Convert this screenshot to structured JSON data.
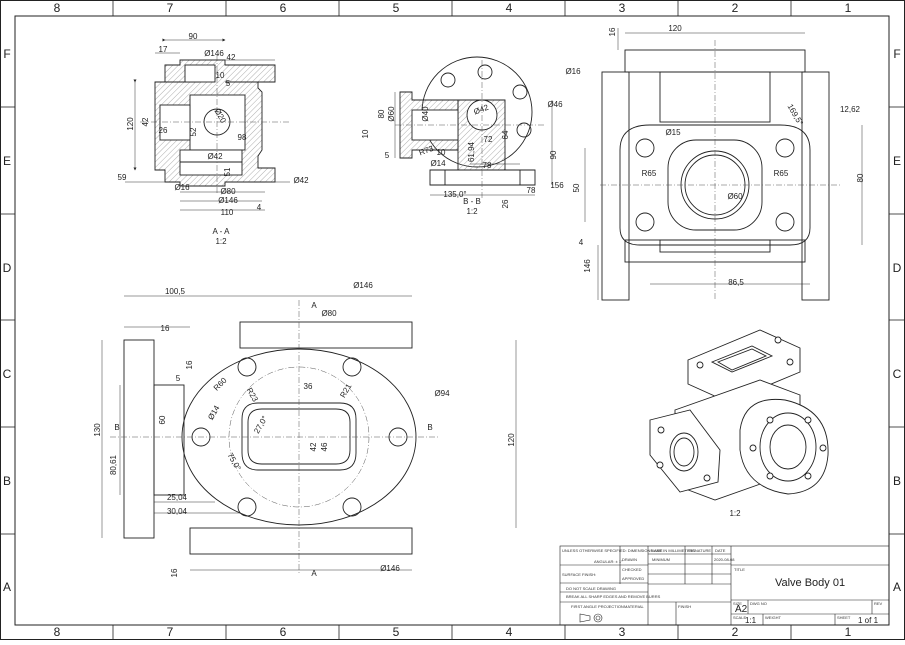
{
  "sheet": {
    "zone_columns": [
      "8",
      "7",
      "6",
      "5",
      "4",
      "3",
      "2",
      "1"
    ],
    "zone_rows": [
      "F",
      "E",
      "D",
      "C",
      "B",
      "A"
    ]
  },
  "view_aa": {
    "title": "A - A",
    "scale": "1:2",
    "dims": {
      "d90": "90",
      "d17": "17",
      "d146_top": "Ø146",
      "d42_top": "42",
      "d10": "10",
      "d5": "5",
      "d120": "120",
      "d42_left": "42",
      "d26": "26",
      "d52": "52",
      "d20": "Ø20",
      "d98": "98",
      "d42_mid": "Ø42",
      "d51": "51",
      "d59": "59",
      "d16": "Ø16",
      "d80": "Ø80",
      "d146_bot": "Ø146",
      "d110": "110",
      "d4": "4",
      "d42_right": "Ø42"
    }
  },
  "view_bb": {
    "title": "B - B",
    "scale": "1:2",
    "dims": {
      "d16": "Ø16",
      "d46": "Ø46",
      "d80": "80",
      "d60": "Ø60",
      "d40": "Ø40",
      "d10": "10",
      "d5": "5",
      "d42": "Ø42",
      "d64": "64",
      "d72": "72",
      "r73": "R73",
      "d10b": "10",
      "d6194": "61,94",
      "d14": "Ø14",
      "d78a": "78",
      "d78b": "78",
      "d90": "90",
      "d156": "156",
      "d1350": "135,0°",
      "d26": "26"
    }
  },
  "view_side": {
    "dims": {
      "d120": "120",
      "d16": "16",
      "d15": "Ø15",
      "r65a": "R65",
      "r65b": "R65",
      "d60": "Ø60",
      "d1262": "12,62",
      "d1695": "169,5°",
      "d80": "80",
      "d50": "50",
      "d4": "4",
      "d146": "146",
      "d865": "86,5"
    }
  },
  "view_front": {
    "dims": {
      "d1005": "100,5",
      "d146_top": "Ø146",
      "a_top": "A",
      "d80": "Ø80",
      "d16a": "16",
      "d16b": "16",
      "d5": "5",
      "r60": "R60",
      "r23": "R23",
      "d36": "36",
      "r21": "R21",
      "d94": "Ø94",
      "d14": "Ø14",
      "a270": "27,0°",
      "d130": "130",
      "b_left": "B",
      "d60": "60",
      "d42": "42",
      "d46": "46",
      "a750": "75,0°",
      "d120": "120",
      "b_right": "B",
      "d8061": "80,61",
      "d2504": "25,04",
      "d3004": "30,04",
      "d16c": "16",
      "a_bot": "A",
      "d146_bot": "Ø146"
    }
  },
  "iso_view": {
    "scale": "1:2"
  },
  "title_block": {
    "note1": "UNLESS OTHERWISE SPECIFIED: DIMENSIONS ARE IN MILLIMETERS",
    "angular": "ANGULAR: ± 1°",
    "surface": "SURFACE FINISH:",
    "dont_scale": "DO NOT SCALE DRAWING",
    "break_edges": "BREAK ALL SHARP EDGES AND REMOVE BURRS",
    "projection": "FIRST ANGLE PROJECTION",
    "col_name": "NAME",
    "col_signature": "SIGNATURE",
    "col_date": "DATE",
    "row_drawn": "DRAWN",
    "row_checked": "CHECKED",
    "row_approved": "APPROVED",
    "drawn_name": "MINIMUM",
    "drawn_date": "2020-08-08",
    "material": "MATERIAL",
    "finish": "FINISH",
    "title_label": "TITLE",
    "title": "Valve Body 01",
    "size_label": "SIZE",
    "size": "A2",
    "dwg_label": "DWG NO",
    "rev_label": "REV",
    "scale_label": "SCALE",
    "scale": "1:1",
    "weight_label": "WEIGHT",
    "sheet_label": "SHEET",
    "sheet": "1 of 1"
  }
}
